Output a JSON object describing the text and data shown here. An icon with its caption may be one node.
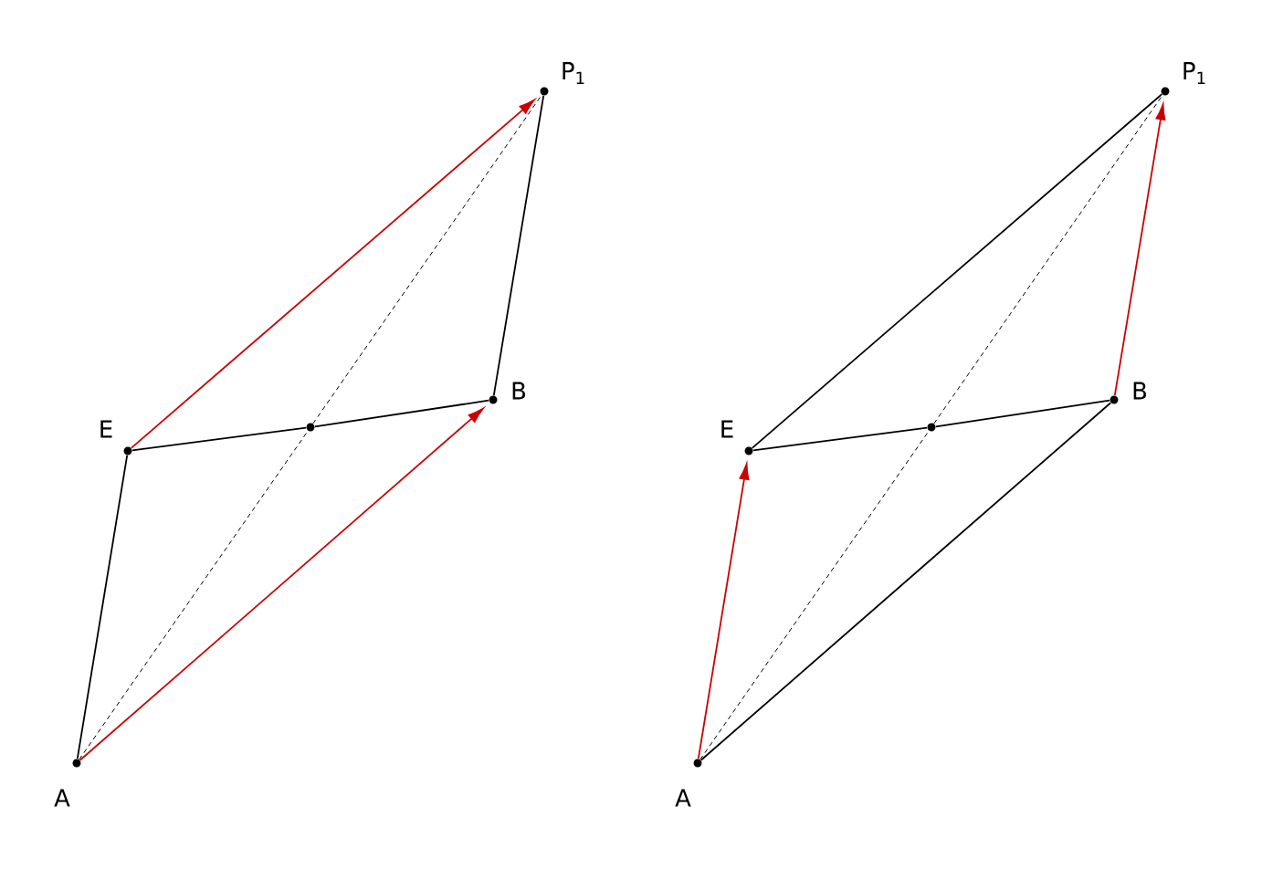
{
  "diagram": {
    "nodes": [
      {
        "text": [
          "P$_{1}$"
        ]
      },
      {
        "text": [
          "B"
        ]
      },
      {
        "text": [
          "E"
        ]
      },
      {
        "text": [],
        "shape": "circle"
      },
      {
        "text": [
          "A"
        ]
      },
      {
        "text": [
          "P$_{1}$"
        ]
      },
      {
        "text": [
          "B"
        ]
      },
      {
        "text": [
          "E"
        ]
      },
      {
        "text": [],
        "shape": "circle"
      },
      {
        "text": [
          "A"
        ]
      }
    ],
    "edges": [
      {
        "from": 4,
        "to": 2,
        "arrow": "none"
      },
      {
        "from": 2,
        "to": 3,
        "arrow": "none"
      },
      {
        "from": 3,
        "to": 1,
        "arrow": "none"
      },
      {
        "from": 1,
        "to": 0,
        "arrow": "none"
      },
      {
        "from": 2,
        "to": 0,
        "arrow": "to",
        "color": "#cc0000"
      },
      {
        "from": 4,
        "to": 1,
        "arrow": "to",
        "color": "#cc0000"
      },
      {
        "from": 4,
        "to": 3,
        "arrow": "none",
        "style": "dashed"
      },
      {
        "from": 3,
        "to": 0,
        "arrow": "none",
        "style": "dashed"
      },
      {
        "from": 9,
        "to": 7,
        "arrow": "to",
        "color": "#cc0000"
      },
      {
        "from": 7,
        "to": 5,
        "arrow": "none"
      },
      {
        "from": 7,
        "to": 8,
        "arrow": "none"
      },
      {
        "from": 8,
        "to": 6,
        "arrow": "none"
      },
      {
        "from": 9,
        "to": 6,
        "arrow": "none"
      },
      {
        "from": 6,
        "to": 5,
        "arrow": "to",
        "color": "#cc0000"
      },
      {
        "from": 9,
        "to": 8,
        "arrow": "none",
        "style": "dashed"
      },
      {
        "from": 8,
        "to": 5,
        "arrow": "none",
        "style": "dashed"
      }
    ]
  }
}
